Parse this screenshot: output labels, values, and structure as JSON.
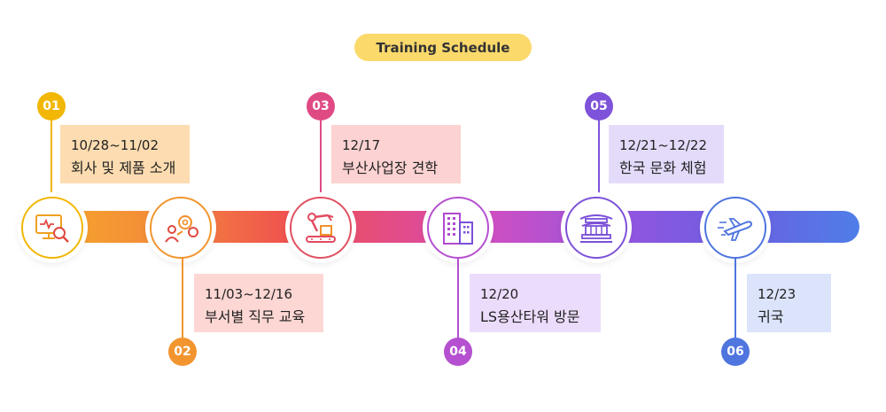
{
  "title": "Training Schedule",
  "steps": [
    {
      "num": "01",
      "date": "10/28~11/02",
      "label": "회사 및 제품 소개",
      "icon": "monitor-search-icon",
      "color": "#f2b705"
    },
    {
      "num": "02",
      "date": "11/03~12/16",
      "label": "부서별 직무 교육",
      "icon": "gears-person-icon",
      "color": "#f2952f"
    },
    {
      "num": "03",
      "date": "12/17",
      "label": "부산사업장 견학",
      "icon": "robot-arm-icon",
      "color": "#e04a84"
    },
    {
      "num": "04",
      "date": "12/20",
      "label": "LS용산타워 방문",
      "icon": "building-icon",
      "color": "#b550d0"
    },
    {
      "num": "05",
      "date": "12/21~12/22",
      "label": "한국 문화 체험",
      "icon": "korean-palace-icon",
      "color": "#7e52d9"
    },
    {
      "num": "06",
      "date": "12/23",
      "label": "귀국",
      "icon": "airplane-icon",
      "color": "#4f75df"
    }
  ]
}
